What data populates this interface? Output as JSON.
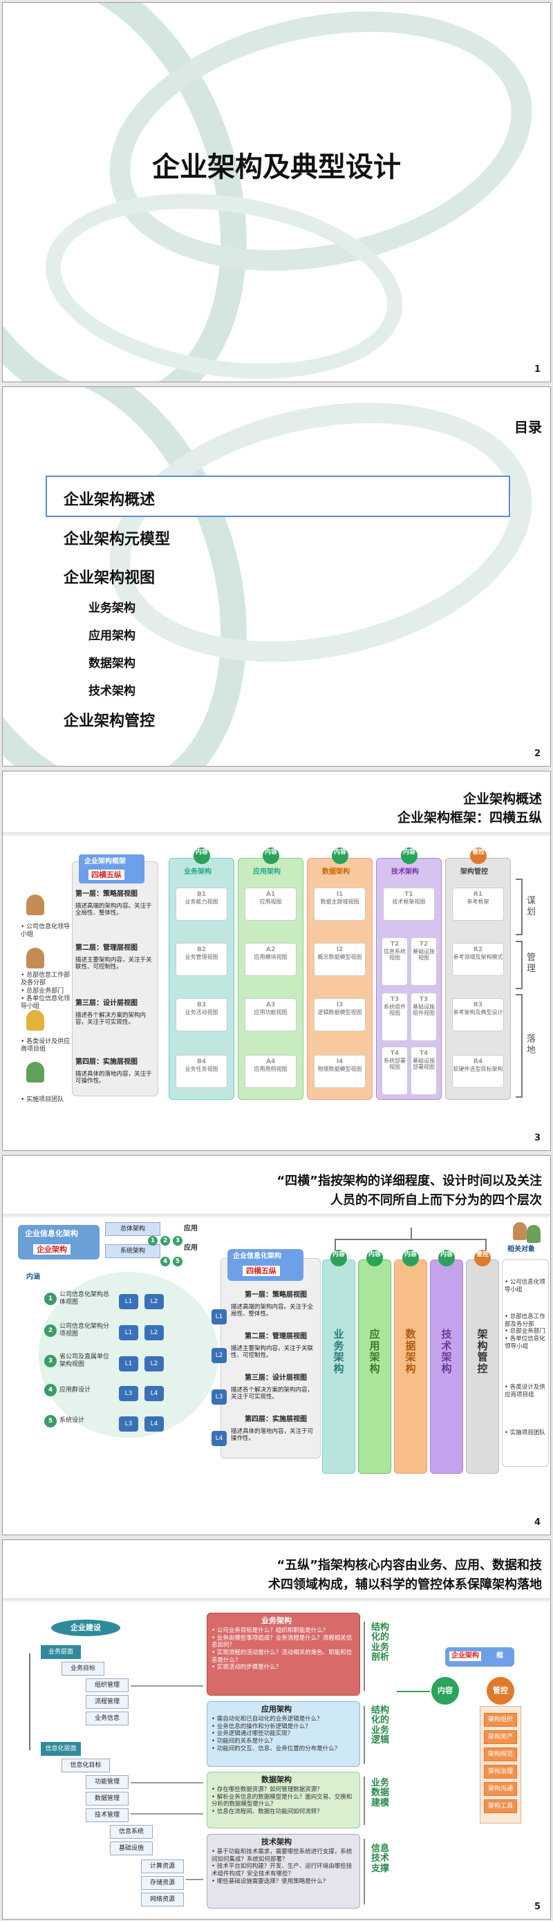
{
  "s1": {
    "title": "企业架构及典型设计",
    "page": "1"
  },
  "s2": {
    "header": "目录",
    "items": [
      "企业架构概述",
      "企业架构元模型",
      "企业架构视图"
    ],
    "subitems": [
      "业务架构",
      "应用架构",
      "数据架构",
      "技术架构"
    ],
    "last": "企业架构管控",
    "page": "2"
  },
  "s3": {
    "h1": "企业架构概述",
    "h2": "企业架构框架：四横五纵",
    "panel_t1": "企业架构框架",
    "panel_t2": "四横五纵",
    "layers": [
      {
        "t": "第一层：策略层视图",
        "d": "描述高端的架构内容。关注于全局性、整体性。"
      },
      {
        "t": "第二层：管理层视图",
        "d": "描述主要架构内容，关注于关联性、可控制性。"
      },
      {
        "t": "第三层：设计层视图",
        "d": "描述各个解决方案的架构内容，关注于可实现性。"
      },
      {
        "t": "第四层：实施层视图",
        "d": "描述具体的落地内容，关注于可操作性。"
      }
    ],
    "roles": [
      "公司信息化领导小组",
      "总部信息工作部及各分部",
      "总部业务部门",
      "各单位信息化领导小组",
      "各类设计及供应商项目组",
      "实施项目团队"
    ],
    "col_heads": [
      "内容",
      "内容",
      "内容",
      "内容",
      "管控"
    ],
    "col_titles": [
      "业务架构",
      "应用架构",
      "数据架构",
      "技术架构",
      "架构管控"
    ],
    "c1": [
      [
        "B1",
        "业务能力视图"
      ],
      [
        "B2",
        "业务管理视图"
      ],
      [
        "B3",
        "业务活动视图"
      ],
      [
        "B4",
        "业务任务视图"
      ]
    ],
    "c2": [
      [
        "A1",
        "应用视图"
      ],
      [
        "A2",
        "应用模块视图"
      ],
      [
        "A3",
        "应用功能视图"
      ],
      [
        "A4",
        "应用用例视图"
      ]
    ],
    "c3": [
      [
        "I1",
        "数据主题域视图"
      ],
      [
        "I2",
        "概念数据模型视图"
      ],
      [
        "I3",
        "逻辑数据模型视图"
      ],
      [
        "I4",
        "物理数据模型视图"
      ]
    ],
    "c4": [
      [
        "T1",
        "技术框架视图"
      ],
      [
        "T2",
        "信息系统视图"
      ],
      [
        "T2",
        "基础设施视图"
      ],
      [
        "T3",
        "系统组件视图"
      ],
      [
        "T3",
        "基础设施组件视图"
      ],
      [
        "T4",
        "系统部署视图"
      ],
      [
        "T4",
        "基础设施部署视图"
      ]
    ],
    "c5": [
      [
        "R1",
        "参考框架"
      ],
      [
        "R2",
        "参考领域及架构模式"
      ],
      [
        "R3",
        "参考架构及典型设计"
      ],
      [
        "R4",
        "软硬件选型目标架构"
      ]
    ],
    "brackets": [
      "谋划",
      "管理",
      "落地"
    ],
    "page": "3"
  },
  "s4": {
    "h1": "“四横”指按架构的详细程度、设计时间以及关注",
    "h2": "人员的不同所自上而下分为的四个层次",
    "left_t1": "企业信息化架构",
    "left_t2": "企业架构",
    "tag1": "总体架构",
    "tag2": "系统架构",
    "use": "应用",
    "use2": "应用",
    "inner": "内涵",
    "items": [
      "公司信息化架构总体视图",
      "公司信息化架构分项视图",
      "省公司及直属单位架构视图",
      "应用群设计",
      "系统设计"
    ],
    "center_t1": "企业信息化架构",
    "center_t2": "四横五纵",
    "layers": [
      {
        "t": "第一层：策略层视图",
        "d": "描述高端的架构内容。关注于全局性、整体性。"
      },
      {
        "t": "第二层：管理层视图",
        "d": "描述主要架构内容，关注于关联性、可控制性。"
      },
      {
        "t": "第三层：设计层视图",
        "d": "描述各个解决方案的架构内容，关注于可实现性。"
      },
      {
        "t": "第四层：实施层视图",
        "d": "描述具体的落地内容，关注于可操作性。"
      }
    ],
    "cols": [
      "业务架构",
      "应用架构",
      "数据架构",
      "技术架构",
      "架构管控"
    ],
    "col_heads": [
      "内容",
      "内容",
      "内容",
      "内容",
      "管控"
    ],
    "rel": "相关对象",
    "roles": [
      "公司信息化领导小组",
      "总部信息工作部及各分部",
      "总部业务部门",
      "各单位信息化领导小组",
      "各类设计及供应商项目组",
      "实施项目团队"
    ],
    "levels": [
      "L1",
      "L2",
      "L3",
      "L4"
    ],
    "page": "4"
  },
  "s5": {
    "h1": "“五纵”指架构核心内容由业务、应用、数据和技",
    "h2": "术四领域构成，辅以科学的管控体系保障架构落地",
    "build": "企业建设",
    "biz": "业务层面",
    "info": "信息化层面",
    "tree": [
      "业务目标",
      "组织管理",
      "流程管理",
      "业务信息",
      "信息化目标",
      "功能管理",
      "数据管理",
      "技术管理",
      "信息系统",
      "基础设施",
      "计算资源",
      "存储资源",
      "网络资源"
    ],
    "blocks": [
      {
        "t": "业务架构",
        "q": [
          "公司业务目标是什么？组织和职能是什么？",
          "业务由哪些事项组成？业务流程是什么？流程相关信息如何？",
          "实现流程的活动是什么？活动相关的角色、职能和信息是什么？",
          "实现活动的步骤是什么？"
        ],
        "s": "结构化的业务剖析"
      },
      {
        "t": "应用架构",
        "q": [
          "需自动化和已自动化的业务逻辑是什么？",
          "业务信息的操作和分析逻辑是什么？",
          "业务逻辑通过哪些功能实现？",
          "功能间的关系是什么？",
          "功能间的交互、信息、业务位置的分布是什么？"
        ],
        "s": "结构化的业务逻辑"
      },
      {
        "t": "数据架构",
        "q": [
          "存在哪些数据资源？如何管理数据资源？",
          "解析业务信息的数据模型是什么？面向交易、交换和分析的数据模型是什么？",
          "信息在流程间、数据在功能间如何流转？"
        ],
        "s": "业务数据建模"
      },
      {
        "t": "技术架构",
        "q": [
          "基于功能和技术需求，需要哪些系统进行支撑，系统间如何集成？系统如何部署？",
          "技术平台如何构建？开发、生产、运行环境由哪些技术组件构成？安全技术有哪些？",
          "哪些基础设施需要选择？使用策略是什么？"
        ],
        "s": "信息技术支撑"
      }
    ],
    "right_t1": "企业架构",
    "right_t2": "框",
    "c_in": "内容",
    "c_gk": "管控",
    "mgmt": [
      "架构组织",
      "架构资产",
      "架构规范",
      "架构治理",
      "架构沟通",
      "架构工具"
    ],
    "page": "5"
  }
}
